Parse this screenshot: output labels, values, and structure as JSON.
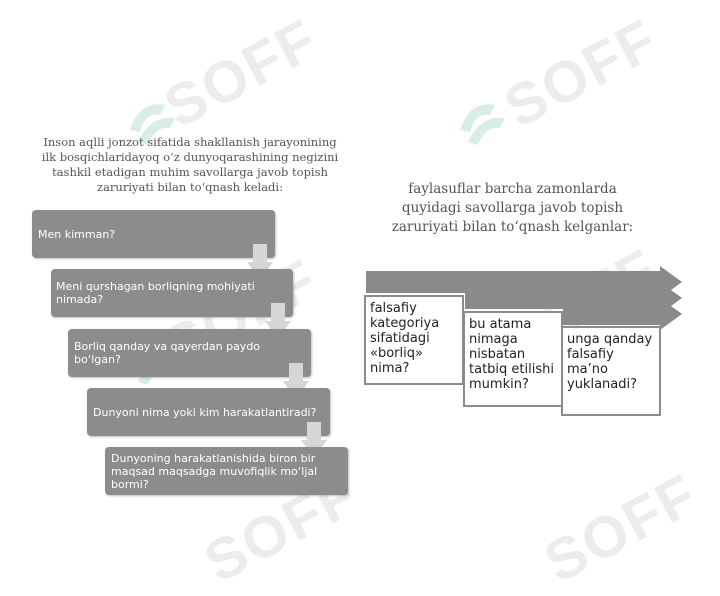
{
  "left": {
    "intro": "Inson aqlli jonzot sifatida shakllanish jarayonining ilk bosqichlaridayoq o‘z dunyoqarashining negizini tashkil etadigan muhim savollarga javob topish zaruriyati bilan to‘qnash keladi:",
    "steps": [
      "Men kimman?",
      "Meni qurshagan borliqning mohiyati nimada?",
      "Borliq qanday va qayerdan paydo bo‘lgan?",
      "Dunyoni nima yoki kim harakatlantiradi?",
      "Dunyoning harakatlanishida biron bir maqsad maqsadga muvofiqlik mo‘ljal bormi?"
    ]
  },
  "right": {
    "intro": "faylasuflar barcha zamonlarda quyidagi savollarga javob topish zaruriyati bilan to‘qnash kelganlar:",
    "cards": [
      "falsafiy kategoriya sifatidagi «borliq» nima?",
      "bu atama nimaga nisbatan tatbiq etilishi mumkin?",
      "unga qanday falsafiy ma’no yuklanadi?"
    ]
  },
  "watermark": {
    "text": "SOFF",
    "color": "#ececec",
    "logo_color": "#d8ede4"
  },
  "colors": {
    "box": "#8c8c8c",
    "arrow": "#d6d6d6",
    "text_muted": "#555555"
  }
}
